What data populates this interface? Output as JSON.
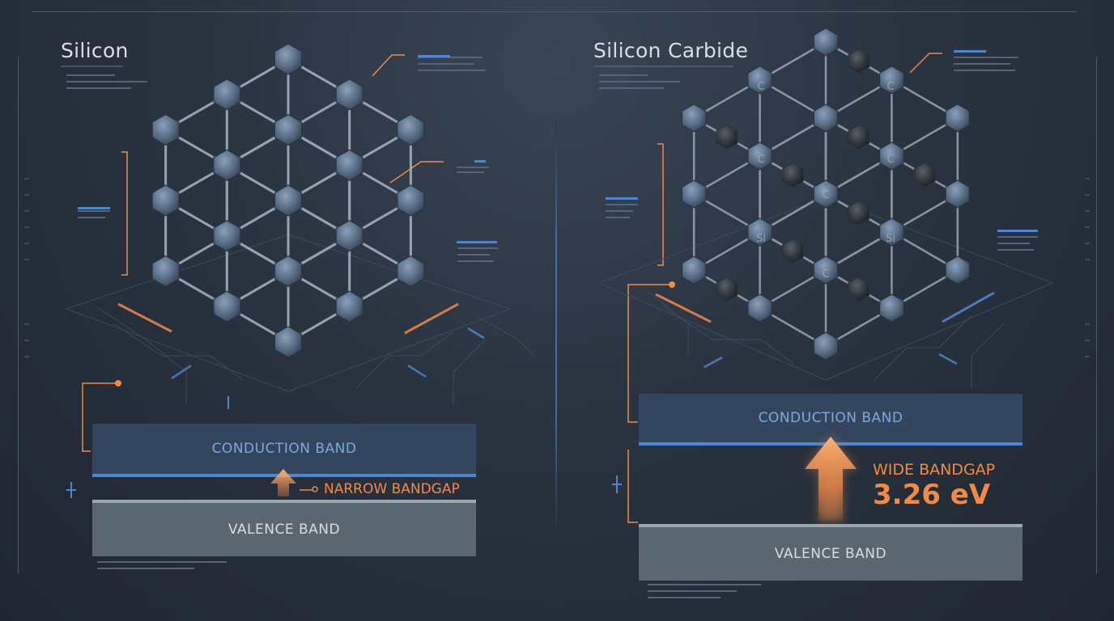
{
  "left_panel": {
    "title": "Silicon",
    "conduction_label": "CONDUCTION BAND",
    "valence_label": "VALENCE BAND",
    "gap_label": "NARROW BANDGAP"
  },
  "right_panel": {
    "title": "Silicon Carbide",
    "conduction_label": "CONDUCTION BAND",
    "valence_label": "VALENCE BAND",
    "gap_label": "WIDE BANDGAP",
    "gap_value": "3.26 eV",
    "atom_labels": [
      "C",
      "C",
      "C",
      "C",
      "C",
      "C",
      "Si",
      "Si"
    ]
  },
  "colors": {
    "accent_orange": "#f08a4a",
    "accent_blue": "#4f86cc",
    "si_atom": "#5b6f88",
    "c_atom": "#2e3339"
  }
}
